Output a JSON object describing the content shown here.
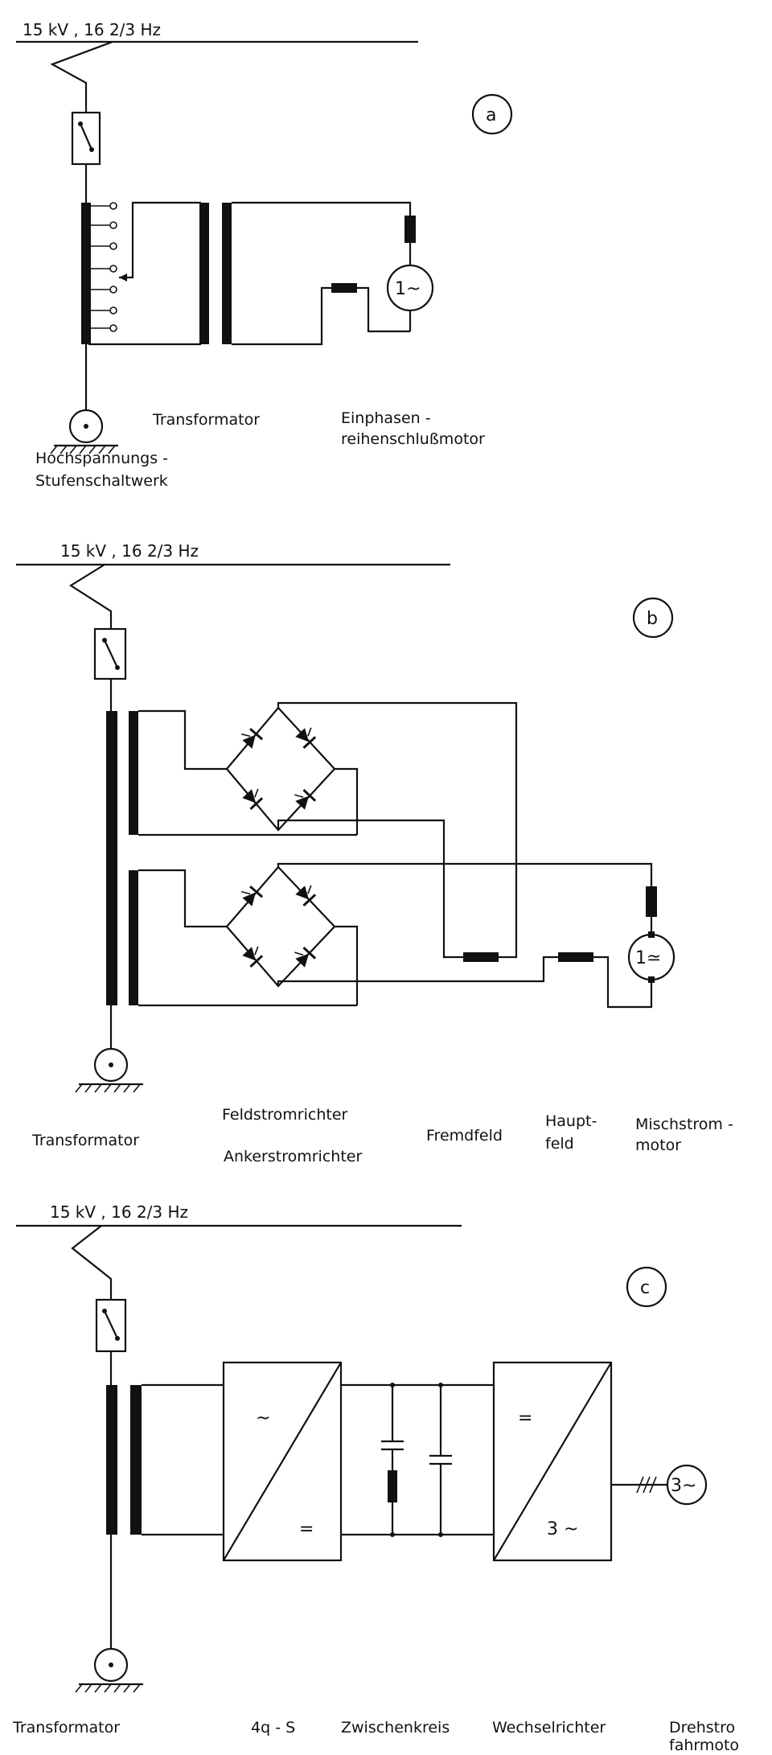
{
  "supply_label": "15 kV , 16 2/3 Hz",
  "a": {
    "tag": "a",
    "transformer": "Transformator",
    "motor_line1": "Einphasen -",
    "motor_line2": "reihenschlußmotor",
    "switchgear_line1": "Hochspannungs -",
    "switchgear_line2": "Stufenschaltwerk",
    "motor_symbol": "1~"
  },
  "b": {
    "tag": "b",
    "transformer": "Transformator",
    "field_converter": "Feldstromrichter",
    "armature_converter": "Ankerstromrichter",
    "separate_field": "Fremdfeld",
    "main_field_line1": "Haupt-",
    "main_field_line2": "feld",
    "motor_line1": "Mischstrom -",
    "motor_line2": "motor",
    "motor_symbol": "1≃"
  },
  "c": {
    "tag": "c",
    "transformer": "Transformator",
    "four_q": "4q - S",
    "dc_link": "Zwischenkreis",
    "inverter": "Wechselrichter",
    "motor_line1": "Drehstro",
    "motor_line2": "fahrmoto",
    "motor_symbol": "3~",
    "conv1_in": "~",
    "conv1_out": "=",
    "conv2_in": "=",
    "conv2_out": "3 ~"
  }
}
